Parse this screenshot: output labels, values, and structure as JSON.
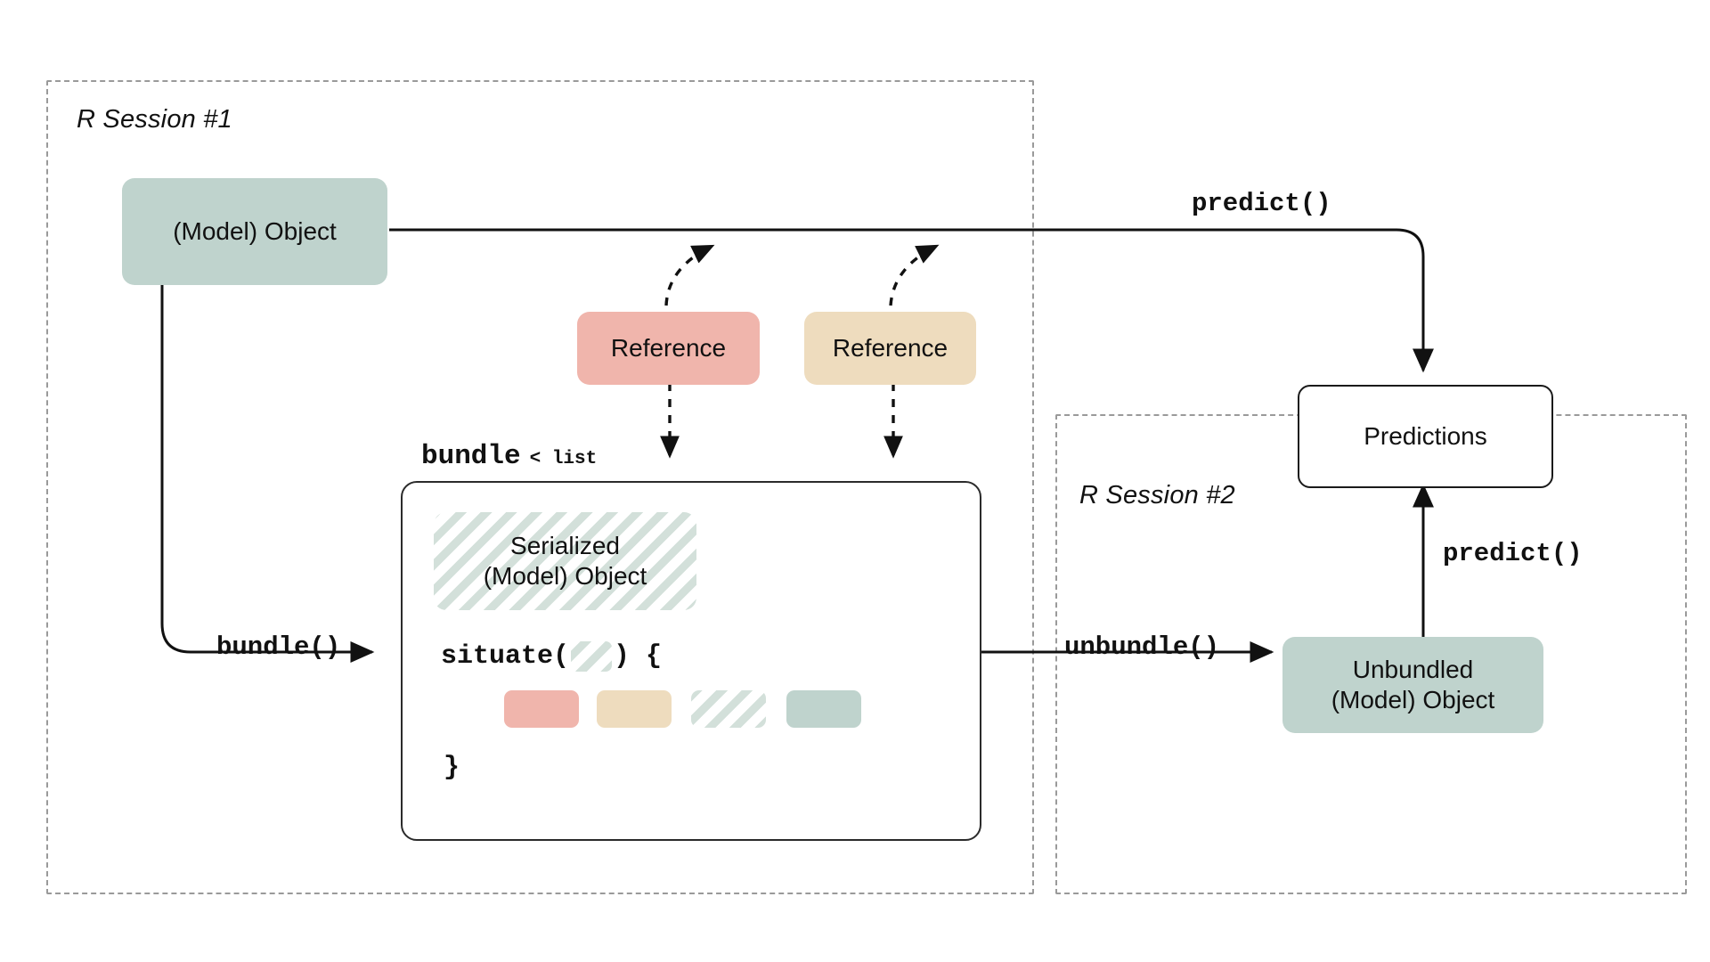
{
  "diagram": {
    "title": "bundle / unbundle model serialization workflow",
    "sessions": [
      {
        "id": "session-1",
        "label": "R Session #1"
      },
      {
        "id": "session-2",
        "label": "R Session #2"
      }
    ],
    "nodes": {
      "model_object": "(Model) Object",
      "reference_1": "Reference",
      "reference_2": "Reference",
      "serialized_object_line1": "Serialized",
      "serialized_object_line2": "(Model) Object",
      "predictions": "Predictions",
      "unbundled_line1": "Unbundled",
      "unbundled_line2": "(Model) Object"
    },
    "bundle_caption": {
      "name": "bundle",
      "type": "< list"
    },
    "code": {
      "situate_open_prefix": "situate(",
      "situate_open_suffix": ") {",
      "close_brace": "}"
    },
    "chips": [
      {
        "name": "chip-reference-pink",
        "style": "pink"
      },
      {
        "name": "chip-reference-tan",
        "style": "tan"
      },
      {
        "name": "chip-serialized-striped",
        "style": "striped"
      },
      {
        "name": "chip-model-green",
        "style": "green"
      }
    ],
    "arrow_labels": {
      "bundle": "bundle()",
      "unbundle": "unbundle()",
      "predict_session1": "predict()",
      "predict_session2": "predict()"
    },
    "colors": {
      "green": "#bfd3cd",
      "pink": "#f0b5ac",
      "tan": "#eedcbe",
      "stripe": "#d3e0da",
      "frame_dash": "#9a9a9a",
      "stroke": "#1a1a1a",
      "background": "#ffffff"
    }
  }
}
